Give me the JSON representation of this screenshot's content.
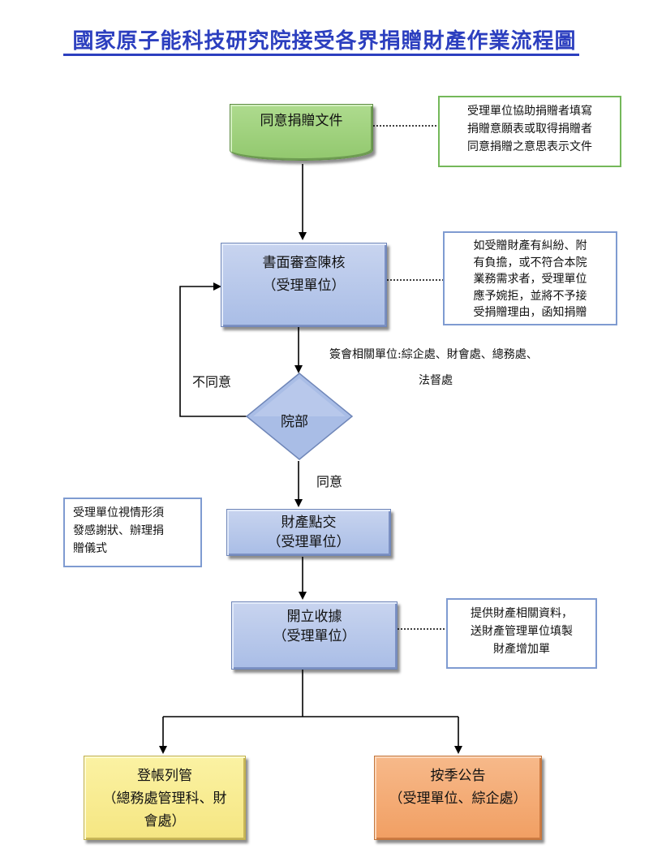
{
  "title": "國家原子能科技研究院接受各界捐贈財產作業流程圖",
  "nodes": {
    "consent_doc": "同意捐贈文件",
    "review": [
      "書面審查陳核",
      "（受理單位）"
    ],
    "decision": "院部",
    "handover": [
      "財產點交",
      "（受理單位）"
    ],
    "receipt": [
      "開立收據",
      "（受理單位）"
    ],
    "register": [
      "登帳列管",
      "（總務處管理科、財",
      "會處）"
    ],
    "announce": [
      "按季公告",
      "（受理單位、綜企處）"
    ]
  },
  "notes": {
    "consent": [
      "受理單位協助捐贈者填寫",
      "捐贈意願表或取得捐贈者",
      "同意捐贈之意思表示文件"
    ],
    "review": [
      "如受贈財產有糾紛、附",
      "有負擔，或不符合本院",
      "業務需求者，受理單位",
      "應予婉拒，並將不予接",
      "受捐贈理由，函知捐贈"
    ],
    "handover": [
      "受理單位視情形須",
      "發感謝狀、辦理捐",
      "贈儀式"
    ],
    "receipt": [
      "提供財產相關資料，",
      "送財產管理單位填製",
      "財產增加單"
    ]
  },
  "labels": {
    "cosign": "簽會相關單位:綜企處、財會處、總務處、",
    "cosign_cont": "法督處",
    "disagree": "不同意",
    "agree": "同意"
  },
  "colors": {
    "title": "#2c3fbf",
    "process_blue": "#b4c6ea",
    "start_green": "#9fd17c",
    "register_yellow": "#f8ec8f",
    "announce_orange": "#f4ab74",
    "note_green_border": "#74b85a",
    "note_blue_border": "#7f9bd1"
  }
}
